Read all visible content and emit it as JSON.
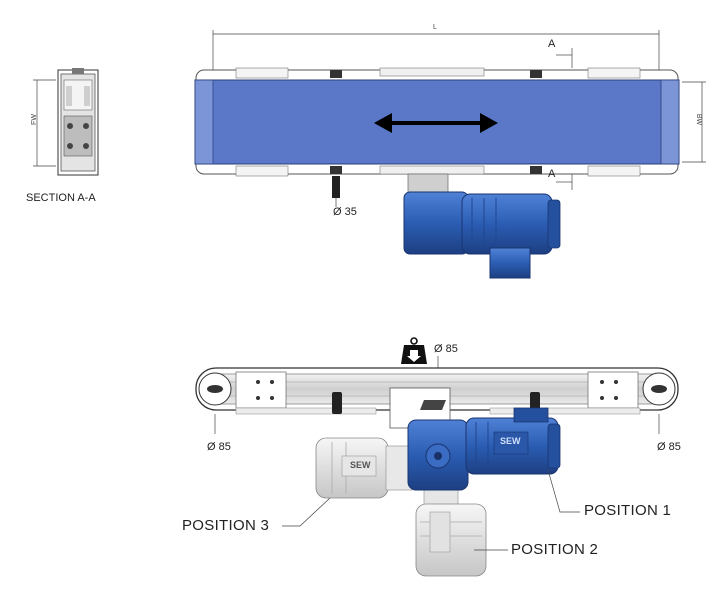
{
  "section_view": {
    "caption": "SECTION A-A",
    "dim_fw": "FW"
  },
  "top_view": {
    "dim_length": "L",
    "dim_bw": "BW",
    "section_marker_top": "A",
    "section_marker_bottom": "A",
    "support_diameter": "Ø 35"
  },
  "side_view": {
    "pulley_diameter_top": "Ø 85",
    "pulley_diameter_left": "Ø 85",
    "pulley_diameter_right": "Ø 85",
    "motor_brand": "SEW",
    "motor_positions": {
      "pos1": "POSITION 1",
      "pos2": "POSITION 2",
      "pos3": "POSITION 3"
    }
  },
  "colors": {
    "belt_blue": "#5b78c8",
    "motor_blue": "#2f62b8",
    "frame_grey": "#d9d9d9",
    "ghost_motor": "#eeeeee",
    "line": "#333333"
  },
  "icons": [
    "weight-icon",
    "double-arrow-icon"
  ]
}
